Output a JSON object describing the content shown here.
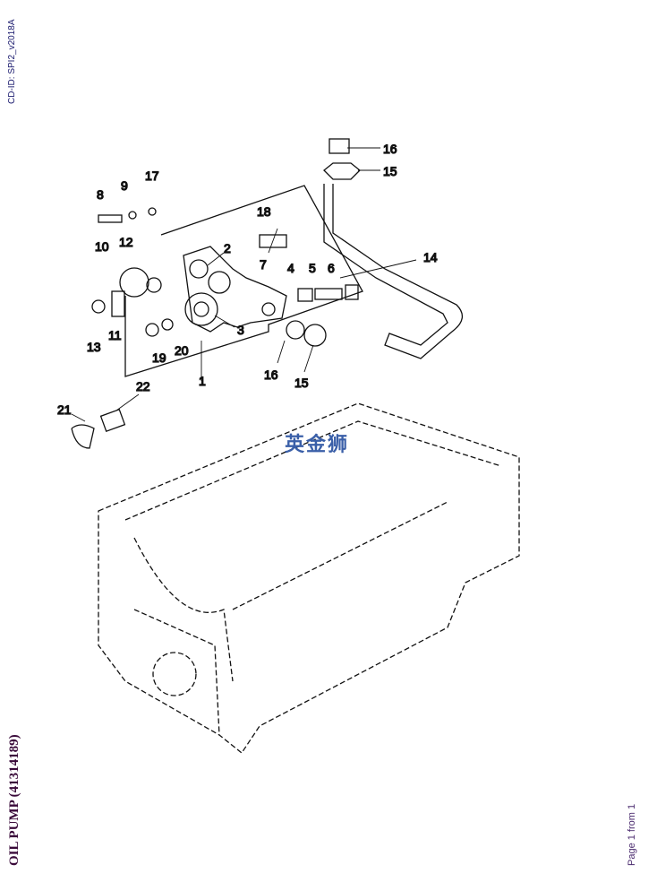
{
  "cd_id": "CD-ID: SPI2_v2018A",
  "title": "OIL PUMP (41314189)",
  "page": "Page 1 from 1",
  "watermark": "英金狮",
  "callouts": [
    {
      "n": "1"
    },
    {
      "n": "2"
    },
    {
      "n": "3"
    },
    {
      "n": "4"
    },
    {
      "n": "5"
    },
    {
      "n": "6"
    },
    {
      "n": "7"
    },
    {
      "n": "8"
    },
    {
      "n": "9"
    },
    {
      "n": "10"
    },
    {
      "n": "11"
    },
    {
      "n": "12"
    },
    {
      "n": "13"
    },
    {
      "n": "14"
    },
    {
      "n": "15"
    },
    {
      "n": "15"
    },
    {
      "n": "16"
    },
    {
      "n": "16"
    },
    {
      "n": "17"
    },
    {
      "n": "18"
    },
    {
      "n": "19"
    },
    {
      "n": "20"
    },
    {
      "n": "21"
    },
    {
      "n": "22"
    }
  ]
}
